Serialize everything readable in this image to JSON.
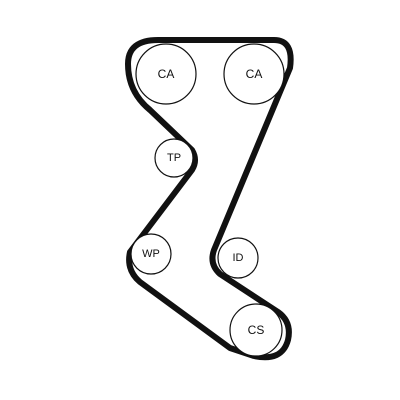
{
  "pulleys": {
    "camshaft_left": {
      "label": "CA"
    },
    "camshaft_right": {
      "label": "CA"
    },
    "tensioner": {
      "label": "TP"
    },
    "water_pump": {
      "label": "WP"
    },
    "idler": {
      "label": "ID"
    },
    "crankshaft": {
      "label": "CS"
    }
  },
  "colors": {
    "background": "#ffffff",
    "belt": "#111111",
    "pulley_fill": "#ffffff",
    "pulley_stroke": "#111111",
    "label": "#111111"
  }
}
